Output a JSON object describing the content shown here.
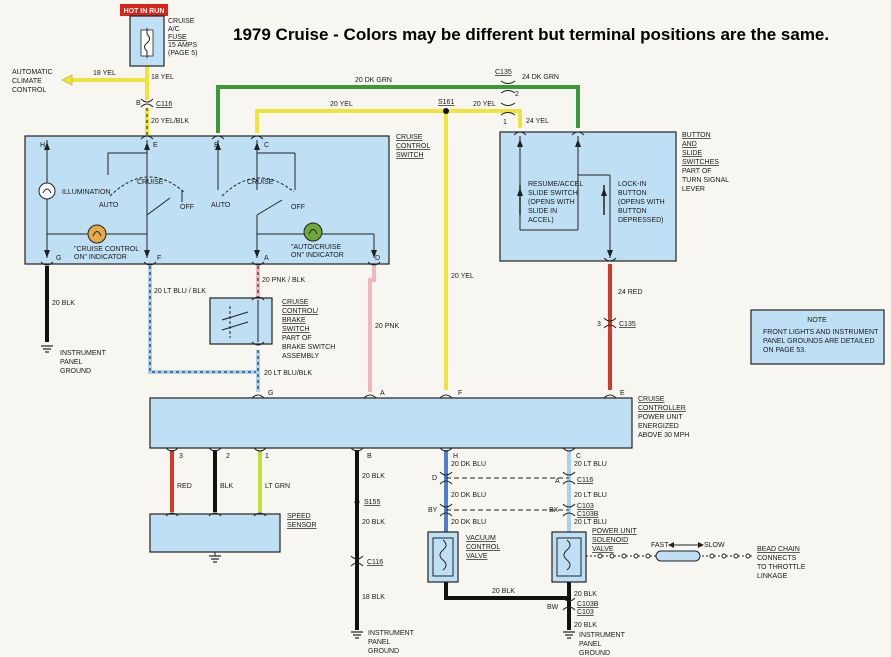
{
  "title": "1979 Cruise - Colors may be different but terminal positions are the same.",
  "fuse": {
    "tag": "HOT IN RUN",
    "label": [
      "CRUISE",
      "A/C",
      "FUSE",
      "15 AMPS",
      "(PAGE 5)"
    ]
  },
  "auto_climate": [
    "AUTOMATIC",
    "CLIMATE",
    "CONTROL"
  ],
  "wires": {
    "yel18_left": "18 YEL",
    "yel18_down": "18 YEL",
    "yel20_blk": "20 YEL/BLK",
    "dkgrn20": "20 DK GRN",
    "dkgrn24": "24 DK GRN",
    "yel20_a": "20 YEL",
    "yel20_b": "20 YEL",
    "yel24": "24 YEL",
    "yel20_mid": "20 YEL",
    "red24": "24 RED",
    "blk20_left": "20 BLK",
    "ltblu_blk_a": "20 LT BLU / BLK",
    "ltblu_blk_b": "20 LT BLU/BLK",
    "pnk_blk": "20 PNK / BLK",
    "pnk20": "20 PNK",
    "red": "RED",
    "blk": "BLK",
    "ltgrn": "LT GRN",
    "blk20_b1": "20 BLK",
    "blk20_b2": "20 BLK",
    "blk18": "18 BLK",
    "dkblu1": "20 DK BLU",
    "dkblu2": "20 DK BLU",
    "dkblu3": "20 DK BLU",
    "ltblu1": "20 LT BLU",
    "ltblu2": "20 LT BLU",
    "ltblu3": "20 LT BLU",
    "blk_loop": "20 BLK",
    "blk_sol1": "20 BLK",
    "blk_sol2": "20 BLK"
  },
  "connectors": {
    "c116_top": "C116",
    "c135_top": "C135",
    "s161": "S161",
    "c135_bot": "C135",
    "s155": "S155",
    "c116_bot": "C116",
    "c116_right": "C116",
    "c103": "C103",
    "c103b": "C103B",
    "c103b_2": "C103B",
    "c103_2": "C103"
  },
  "terminals": {
    "B": "B",
    "E": "E",
    "H": "H",
    "C": "C",
    "G": "G",
    "F": "F",
    "A": "A",
    "D": "D",
    "n1": "1",
    "n2": "2",
    "n3": "3",
    "cA": "A",
    "cF": "F",
    "cE": "E",
    "cG": "G",
    "p3": "3",
    "p2": "2",
    "p1": "1",
    "pB": "B",
    "pH": "H",
    "pC": "C",
    "sD": "D",
    "sA": "A",
    "BY": "BY",
    "BX": "BX",
    "BW": "BW",
    "fB": "B",
    "c135_3": "3"
  },
  "cruise_switch": {
    "name": [
      "CRUISE",
      "CONTROL",
      "SWITCH"
    ],
    "illumination": "ILLUMINATION",
    "cruise1": "CRUISE",
    "auto1": "AUTO",
    "off1": "OFF",
    "cruise2": "CRUISE",
    "auto2": "AUTO",
    "off2": "OFF",
    "ind1": [
      "\"CRUISE CONTROL",
      "ON\" INDICATOR"
    ],
    "ind2": [
      "\"AUTO/CRUISE",
      "ON\" INDICATOR"
    ]
  },
  "button_switch": {
    "name": [
      "BUTTON",
      "AND",
      "SLIDE",
      "SWITCHES"
    ],
    "desc": [
      "PART OF",
      "TURN SIGNAL",
      "LEVER"
    ],
    "resume": [
      "RESUME/ACCEL",
      "SLIDE SWITCH",
      "(OPENS WITH",
      "SLIDE IN",
      "ACCEL)"
    ],
    "lockin": [
      "LOCK-IN",
      "BUTTON",
      "(OPENS WITH",
      "BUTTON",
      "DEPRESSED)"
    ]
  },
  "brake_switch": {
    "name": [
      "CRUISE",
      "CONTROL/",
      "BRAKE",
      "SWITCH"
    ],
    "desc": [
      "PART OF",
      "BRAKE SWITCH",
      "ASSEMBLY"
    ]
  },
  "ground_left": [
    "INSTRUMENT",
    "PANEL",
    "GROUND"
  ],
  "ground_b": [
    "INSTRUMENT",
    "PANEL",
    "GROUND"
  ],
  "ground_c": [
    "INSTRUMENT",
    "PANEL",
    "GROUND"
  ],
  "controller": {
    "name": "CRUISE",
    "name2": "CONTROLLER",
    "desc": [
      "POWER UNIT",
      "ENERGIZED",
      "ABOVE 30 MPH"
    ]
  },
  "speed_sensor": [
    "SPEED",
    "SENSOR"
  ],
  "vacuum_valve": [
    "VACUUM",
    "CONTROL",
    "VALVE"
  ],
  "solenoid_valve": [
    "POWER UNIT",
    "SOLENOID",
    "VALVE"
  ],
  "bead_chain": {
    "fast": "FAST",
    "slow": "SLOW",
    "label": [
      "BEAD CHAIN",
      "CONNECTS",
      "TO THROTTLE",
      "LINKAGE"
    ]
  },
  "note": {
    "heading": "NOTE",
    "lines": [
      "FRONT LIGHTS AND INSTRUMENT",
      "PANEL GROUNDS ARE DETAILED",
      "ON PAGE 53."
    ]
  },
  "colors": {
    "yellow": "#f0e43a",
    "green": "#3a9a3a",
    "red": "#d23a2c",
    "black": "#111111",
    "pink": "#f3b6c0",
    "lightblue": "#a8d2ef",
    "darkblue": "#4f7fc4",
    "ltgrn": "#c6dc3a",
    "box": "#bfe0f4",
    "fuse_tag": "#d8251c"
  }
}
